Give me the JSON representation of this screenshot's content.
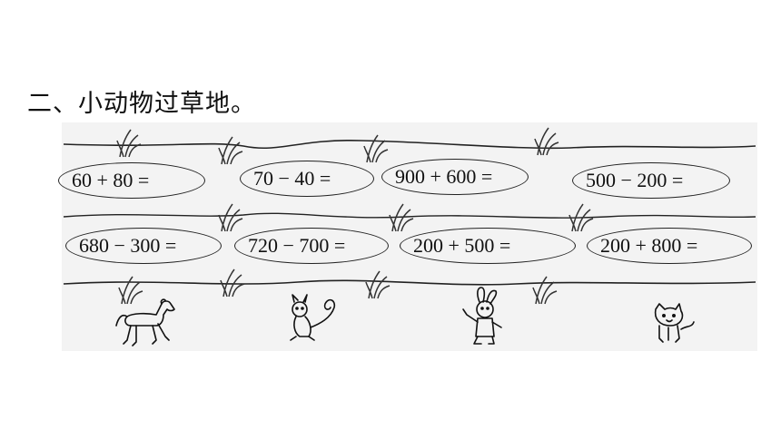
{
  "title": "二、小动物过草地。",
  "row1": [
    {
      "expr": "60 + 80 ="
    },
    {
      "expr": "70 − 40 ="
    },
    {
      "expr": "900 + 600 ="
    },
    {
      "expr": "500 − 200 ="
    }
  ],
  "row2": [
    {
      "expr": "680 − 300 ="
    },
    {
      "expr": "720 − 700 ="
    },
    {
      "expr": "200 + 500 ="
    },
    {
      "expr": "200 + 800 ="
    }
  ],
  "animals": [
    "horse-icon",
    "squirrel-icon",
    "rabbit-icon",
    "kitten-icon"
  ],
  "colors": {
    "ink": "#111111",
    "board": "#f3f3f3"
  }
}
